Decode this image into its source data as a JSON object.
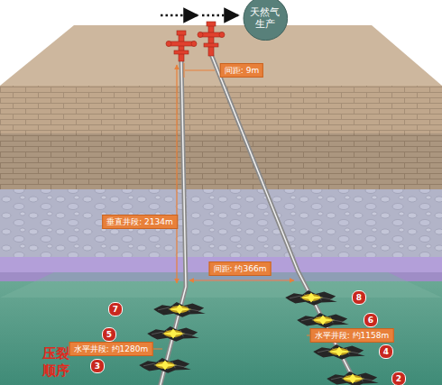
{
  "diagram": {
    "nodes": [
      {
        "text": [
          "天然气 生产"
        ]
      }
    ],
    "labels": [
      "间距: 9m",
      "垂直井段: 2134m",
      "间距: 约366m",
      "水平井段: 约1280m",
      "水平井段: 约1158m",
      "8",
      "7",
      "6",
      "5",
      "4",
      "3",
      "2",
      "压裂 顺序"
    ]
  }
}
